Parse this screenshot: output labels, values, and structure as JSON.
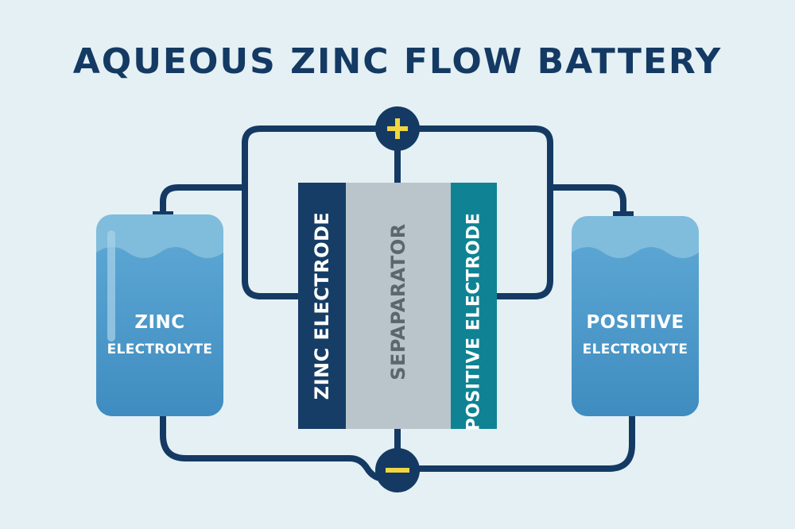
{
  "title": "AQUEOUS ZINC FLOW BATTERY",
  "terminals": {
    "positive_symbol": "+",
    "negative_symbol": "−"
  },
  "left_tank": {
    "line1": "ZINC",
    "line2": "ELECTROLYTE"
  },
  "right_tank": {
    "line1": "POSITIVE",
    "line2": "ELECTROLYTE"
  },
  "cell": {
    "zinc_electrode": "ZINC ELECTRODE",
    "separator": "SEPAPARATOR",
    "positive_electrode": "POSITIVE ELECTRODE"
  },
  "colors": {
    "background": "#e4f0f4",
    "pipe": "#143a63",
    "zinc_electrode": "#153d66",
    "separator": "#b9c5cb",
    "positive_electrode": "#0f8393",
    "electrolyte": "#4b97c7",
    "terminal_symbol": "#f1d640"
  }
}
